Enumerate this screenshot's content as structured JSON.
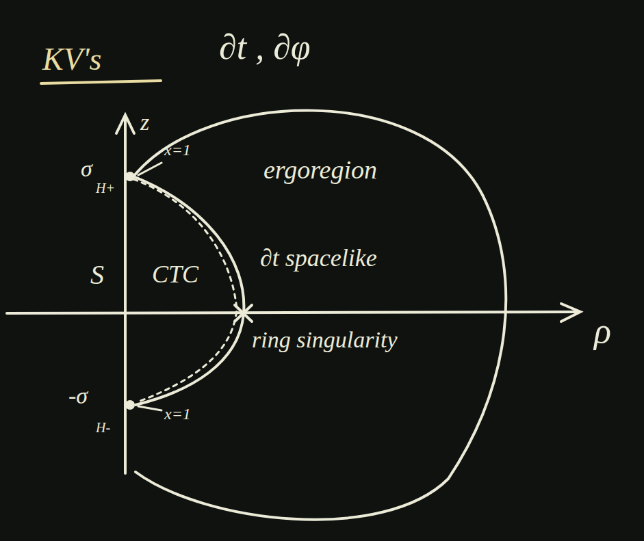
{
  "diagram": {
    "title": "KV's",
    "labels": [
      "∂t , ∂φ",
      "z",
      "σ",
      "H+",
      "x=1",
      "ergoregion",
      "∂t spacelike",
      "S",
      "CTC",
      "ρ",
      "ring singularity",
      "-σ",
      "H-",
      "x=1"
    ]
  }
}
